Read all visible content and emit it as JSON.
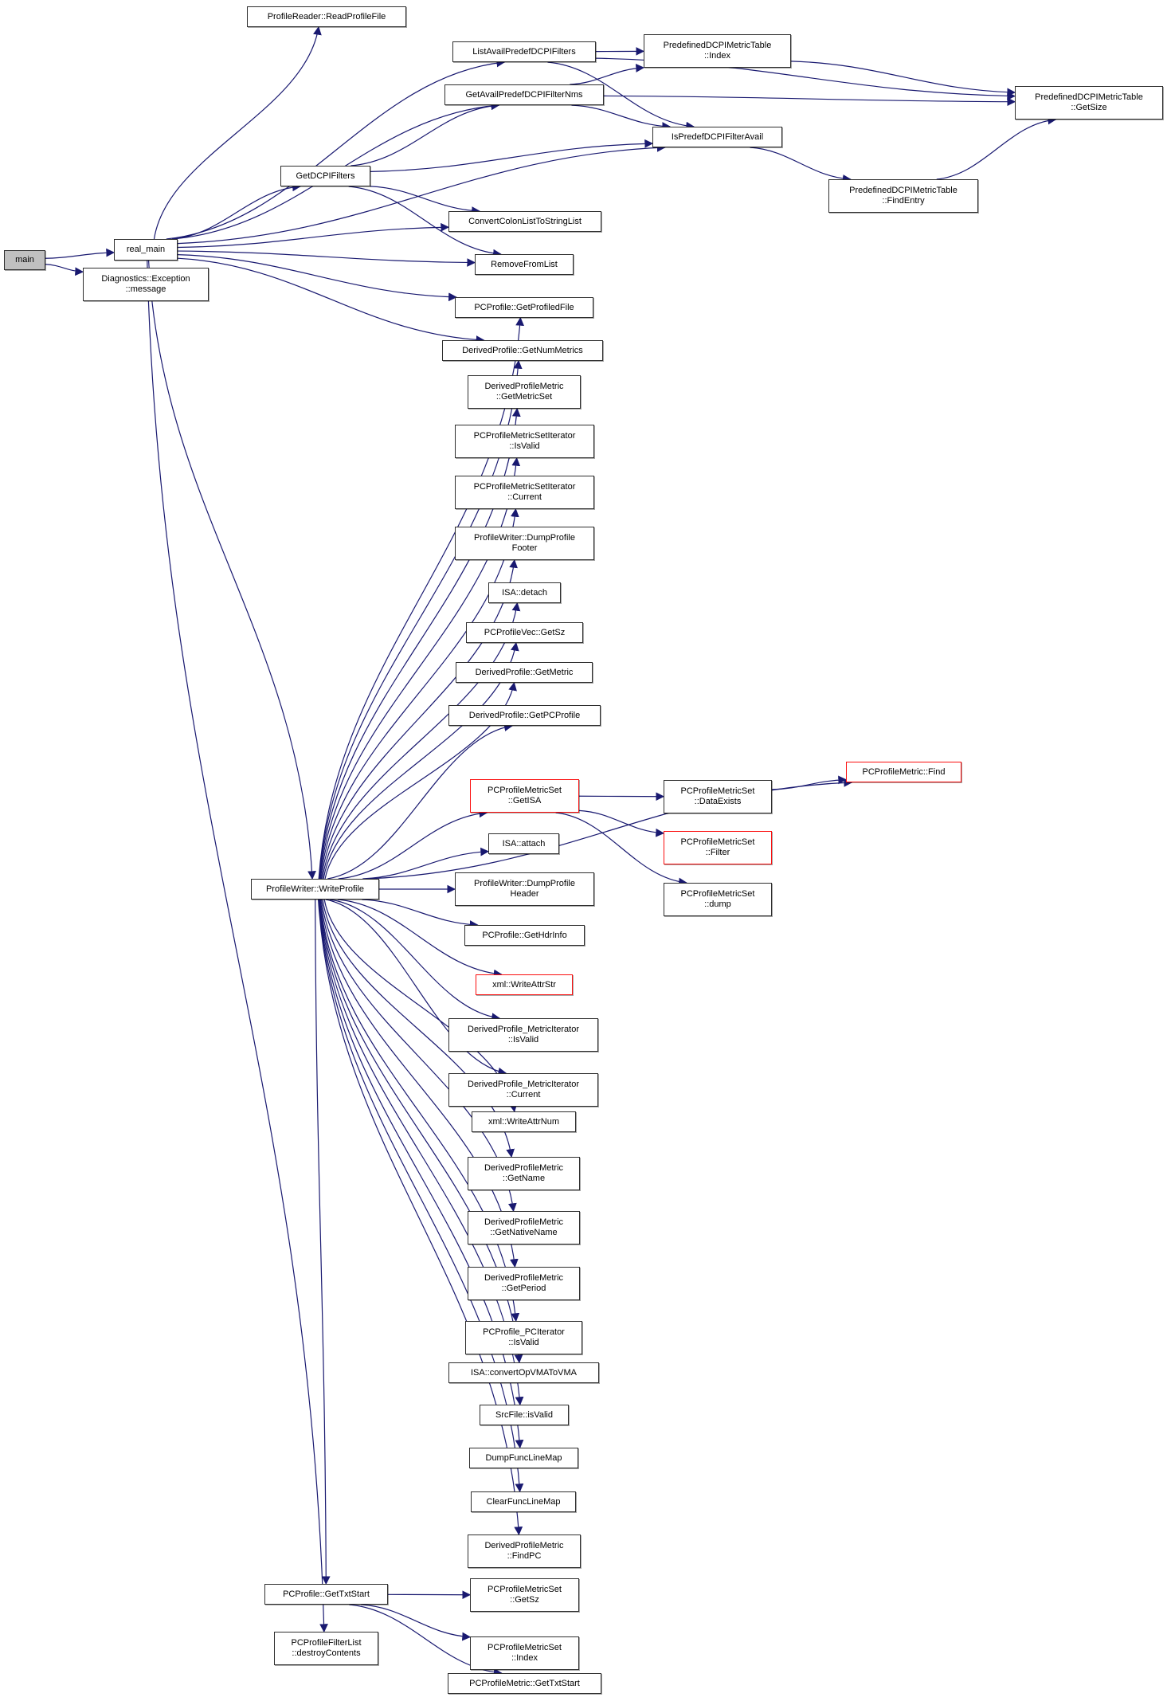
{
  "graph": {
    "type": "call-graph",
    "colors": {
      "edge": "#191970",
      "node_border": "#2e2e2e",
      "red_border": "#fb0e0e",
      "root_fill": "#c0c0c0",
      "node_fill": "#ffffff",
      "text": "#000000"
    },
    "nodes": {
      "main": {
        "label": "main"
      },
      "real_main": {
        "label": "real_main"
      },
      "diag_message": {
        "label": "Diagnostics::Exception\n::message"
      },
      "read_profile_file": {
        "label": "ProfileReader::ReadProfileFile"
      },
      "list_avail": {
        "label": "ListAvailPredefDCPIFilters"
      },
      "get_avail": {
        "label": "GetAvailPredefDCPIFilterNms"
      },
      "get_dcpi_filters": {
        "label": "GetDCPIFilters"
      },
      "is_predef": {
        "label": "IsPredefDCPIFilterAvail"
      },
      "pdt_index": {
        "label": "PredefinedDCPIMetricTable\n::Index"
      },
      "pdt_getsize": {
        "label": "PredefinedDCPIMetricTable\n::GetSize"
      },
      "pdt_findentry": {
        "label": "PredefinedDCPIMetricTable\n::FindEntry"
      },
      "convert_colon": {
        "label": "ConvertColonListToStringList"
      },
      "remove_from_list": {
        "label": "RemoveFromList"
      },
      "get_profiled_file": {
        "label": "PCProfile::GetProfiledFile"
      },
      "get_num_metrics": {
        "label": "DerivedProfile::GetNumMetrics"
      },
      "dpm_get_metric_set": {
        "label": "DerivedProfileMetric\n::GetMetricSet"
      },
      "msi_isvalid": {
        "label": "PCProfileMetricSetIterator\n::IsValid"
      },
      "msi_current": {
        "label": "PCProfileMetricSetIterator\n::Current"
      },
      "dump_profile_footer": {
        "label": "ProfileWriter::DumpProfile\nFooter"
      },
      "isa_detach": {
        "label": "ISA::detach"
      },
      "vec_getsz": {
        "label": "PCProfileVec::GetSz"
      },
      "dp_get_metric": {
        "label": "DerivedProfile::GetMetric"
      },
      "dp_get_pcprofile": {
        "label": "DerivedProfile::GetPCProfile"
      },
      "pms_getisa": {
        "label": "PCProfileMetricSet\n::GetISA"
      },
      "pms_dataexists": {
        "label": "PCProfileMetricSet\n::DataExists"
      },
      "pm_find": {
        "label": "PCProfileMetric::Find"
      },
      "pms_filter": {
        "label": "PCProfileMetricSet\n::Filter"
      },
      "pms_dump": {
        "label": "PCProfileMetricSet\n::dump"
      },
      "isa_attach": {
        "label": "ISA::attach"
      },
      "write_profile": {
        "label": "ProfileWriter::WriteProfile"
      },
      "dump_profile_header": {
        "label": "ProfileWriter::DumpProfile\nHeader"
      },
      "get_hdr_info": {
        "label": "PCProfile::GetHdrInfo"
      },
      "write_attr_str": {
        "label": "xml::WriteAttrStr"
      },
      "dpmi_isvalid": {
        "label": "DerivedProfile_MetricIterator\n::IsValid"
      },
      "dpmi_current": {
        "label": "DerivedProfile_MetricIterator\n::Current"
      },
      "write_attr_num": {
        "label": "xml::WriteAttrNum"
      },
      "dpm_getname": {
        "label": "DerivedProfileMetric\n::GetName"
      },
      "dpm_getnativename": {
        "label": "DerivedProfileMetric\n::GetNativeName"
      },
      "dpm_getperiod": {
        "label": "DerivedProfileMetric\n::GetPeriod"
      },
      "pci_isvalid": {
        "label": "PCProfile_PCIterator\n::IsValid"
      },
      "isa_convert": {
        "label": "ISA::convertOpVMAToVMA"
      },
      "srcfile_isvalid": {
        "label": "SrcFile::isValid"
      },
      "dump_func_line_map": {
        "label": "DumpFuncLineMap"
      },
      "clear_func_line_map": {
        "label": "ClearFuncLineMap"
      },
      "dpm_findpc": {
        "label": "DerivedProfileMetric\n::FindPC"
      },
      "pcp_gettxtstart": {
        "label": "PCProfile::GetTxtStart"
      },
      "pfl_destroy": {
        "label": "PCProfileFilterList\n::destroyContents"
      },
      "pms_getsz": {
        "label": "PCProfileMetricSet\n::GetSz"
      },
      "pms_index": {
        "label": "PCProfileMetricSet\n::Index"
      },
      "pm_gettxtstart": {
        "label": "PCProfileMetric::GetTxtStart"
      }
    },
    "edges": [
      {
        "from": "main",
        "to": "real_main"
      },
      {
        "from": "main",
        "to": "diag_message"
      },
      {
        "from": "real_main",
        "to": "read_profile_file"
      },
      {
        "from": "real_main",
        "to": "list_avail"
      },
      {
        "from": "real_main",
        "to": "get_avail"
      },
      {
        "from": "real_main",
        "to": "get_dcpi_filters"
      },
      {
        "from": "real_main",
        "to": "is_predef"
      },
      {
        "from": "real_main",
        "to": "convert_colon"
      },
      {
        "from": "real_main",
        "to": "remove_from_list"
      },
      {
        "from": "real_main",
        "to": "get_profiled_file"
      },
      {
        "from": "real_main",
        "to": "get_num_metrics"
      },
      {
        "from": "real_main",
        "to": "write_profile"
      },
      {
        "from": "real_main",
        "to": "pfl_destroy"
      },
      {
        "from": "list_avail",
        "to": "pdt_index"
      },
      {
        "from": "list_avail",
        "to": "pdt_getsize"
      },
      {
        "from": "list_avail",
        "to": "is_predef"
      },
      {
        "from": "get_avail",
        "to": "pdt_index"
      },
      {
        "from": "get_avail",
        "to": "pdt_getsize"
      },
      {
        "from": "get_avail",
        "to": "is_predef"
      },
      {
        "from": "get_dcpi_filters",
        "to": "get_avail"
      },
      {
        "from": "get_dcpi_filters",
        "to": "is_predef"
      },
      {
        "from": "get_dcpi_filters",
        "to": "convert_colon"
      },
      {
        "from": "get_dcpi_filters",
        "to": "remove_from_list"
      },
      {
        "from": "is_predef",
        "to": "pdt_findentry"
      },
      {
        "from": "pdt_index",
        "to": "pdt_getsize"
      },
      {
        "from": "pdt_findentry",
        "to": "pdt_getsize"
      },
      {
        "from": "write_profile",
        "to": "get_profiled_file"
      },
      {
        "from": "write_profile",
        "to": "get_num_metrics"
      },
      {
        "from": "write_profile",
        "to": "dpm_get_metric_set"
      },
      {
        "from": "write_profile",
        "to": "msi_isvalid"
      },
      {
        "from": "write_profile",
        "to": "msi_current"
      },
      {
        "from": "write_profile",
        "to": "dump_profile_footer"
      },
      {
        "from": "write_profile",
        "to": "isa_detach"
      },
      {
        "from": "write_profile",
        "to": "vec_getsz"
      },
      {
        "from": "write_profile",
        "to": "dp_get_metric"
      },
      {
        "from": "write_profile",
        "to": "dp_get_pcprofile"
      },
      {
        "from": "write_profile",
        "to": "pms_getisa"
      },
      {
        "from": "write_profile",
        "to": "pm_find"
      },
      {
        "from": "write_profile",
        "to": "isa_attach"
      },
      {
        "from": "write_profile",
        "to": "dump_profile_header"
      },
      {
        "from": "write_profile",
        "to": "get_hdr_info"
      },
      {
        "from": "write_profile",
        "to": "write_attr_str"
      },
      {
        "from": "write_profile",
        "to": "dpmi_isvalid"
      },
      {
        "from": "write_profile",
        "to": "dpmi_current"
      },
      {
        "from": "write_profile",
        "to": "write_attr_num"
      },
      {
        "from": "write_profile",
        "to": "dpm_getname"
      },
      {
        "from": "write_profile",
        "to": "dpm_getnativename"
      },
      {
        "from": "write_profile",
        "to": "dpm_getperiod"
      },
      {
        "from": "write_profile",
        "to": "pci_isvalid"
      },
      {
        "from": "write_profile",
        "to": "isa_convert"
      },
      {
        "from": "write_profile",
        "to": "srcfile_isvalid"
      },
      {
        "from": "write_profile",
        "to": "dump_func_line_map"
      },
      {
        "from": "write_profile",
        "to": "clear_func_line_map"
      },
      {
        "from": "write_profile",
        "to": "dpm_findpc"
      },
      {
        "from": "write_profile",
        "to": "pcp_gettxtstart"
      },
      {
        "from": "pms_getisa",
        "to": "pms_dataexists"
      },
      {
        "from": "pms_getisa",
        "to": "pms_filter"
      },
      {
        "from": "pms_getisa",
        "to": "pms_dump"
      },
      {
        "from": "pms_dataexists",
        "to": "pm_find"
      },
      {
        "from": "pcp_gettxtstart",
        "to": "pms_getsz"
      },
      {
        "from": "pcp_gettxtstart",
        "to": "pms_index"
      },
      {
        "from": "pcp_gettxtstart",
        "to": "pm_gettxtstart"
      }
    ]
  }
}
